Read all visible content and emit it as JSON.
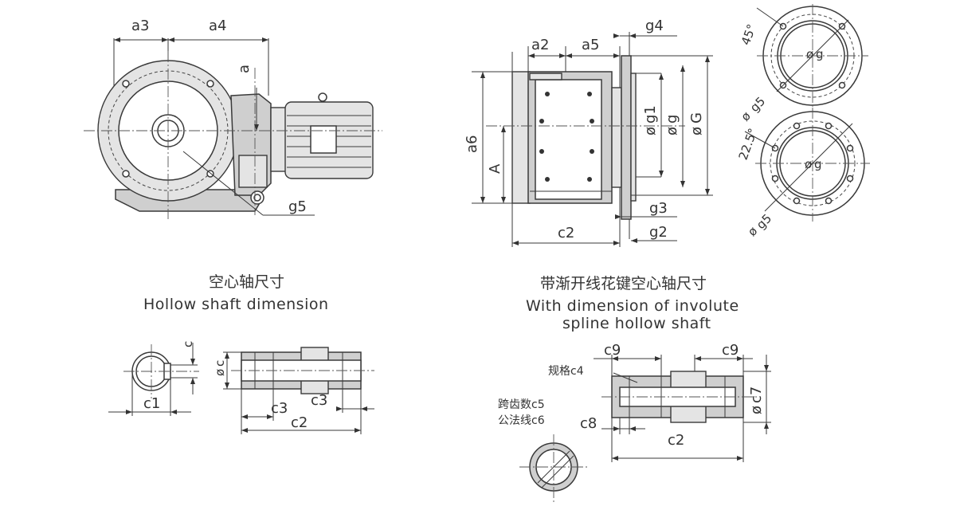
{
  "dimensions": {
    "a": "a",
    "a2": "a2",
    "a3": "a3",
    "a4": "a4",
    "a5": "a5",
    "a6": "a6",
    "A": "A",
    "c": "c",
    "c1": "c1",
    "c2": "c2",
    "c3": "c3",
    "c7": "c7",
    "c8": "c8",
    "c9": "c9",
    "g2": "g2",
    "g3": "g3",
    "g4": "g4",
    "g5": "g5",
    "phi_g": "g",
    "phi_g1": "g1",
    "phi_G": "G",
    "phi_g5": "g5",
    "phi_c": "c",
    "phi_c7": "c7",
    "angle_45": "45°",
    "angle_22_5": "22.5°"
  },
  "labels": {
    "hollow_cn": "空心轴尺寸",
    "hollow_en": "Hollow shaft dimension",
    "spline_cn": "带渐开线花键空心轴尺寸",
    "spline_en_1": "With dimension of involute",
    "spline_en_2": "spline hollow shaft",
    "spec_c4": "规格c4",
    "teeth_c5": "跨齿数c5",
    "normal_c6": "公法线c6"
  }
}
